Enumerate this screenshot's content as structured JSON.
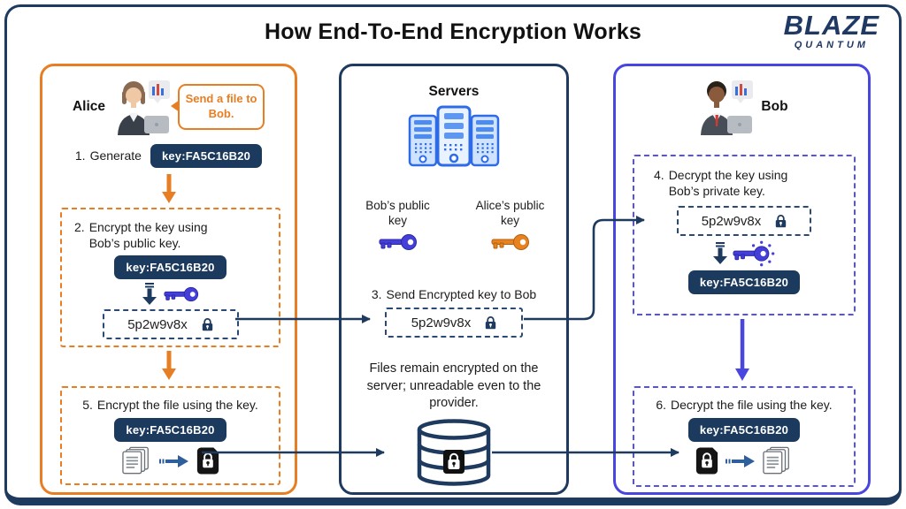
{
  "title": "How End-To-End Encryption Works",
  "logo": {
    "brand": "BLAZE",
    "sub": "QUANTUM"
  },
  "alice": {
    "name": "Alice",
    "bubble": "Send a file to Bob.",
    "step1": {
      "num": "1.",
      "text": "Generate",
      "key_badge": "key:FA5C16B20"
    },
    "step2": {
      "num": "2.",
      "text": "Encrypt the key using Bob’s public key.",
      "key_badge": "key:FA5C16B20",
      "cipher": "5p2w9v8x"
    },
    "step5": {
      "num": "5.",
      "text": "Encrypt the file using the key.",
      "key_badge": "key:FA5C16B20"
    }
  },
  "servers": {
    "name": "Servers",
    "bob_public_key_label": "Bob’s public key",
    "alice_public_key_label": "Alice’s public key",
    "step3": {
      "num": "3.",
      "text": "Send Encrypted key to Bob",
      "cipher": "5p2w9v8x"
    },
    "note": "Files remain encrypted on the server; unreadable even to the provider."
  },
  "bob": {
    "name": "Bob",
    "step4": {
      "num": "4.",
      "text": "Decrypt the key using Bob’s private key.",
      "cipher": "5p2w9v8x",
      "key_badge": "key:FA5C16B20"
    },
    "step6": {
      "num": "6.",
      "text": "Decrypt the file using the key.",
      "key_badge": "key:FA5C16B20"
    }
  },
  "colors": {
    "orange": "#E87E23",
    "navy": "#1E3A5F",
    "indigo": "#4845E0",
    "badge_navy": "#1C3A5E",
    "server_blue": "#2E6BE6",
    "key_blue": "#443FD8",
    "key_orange": "#E8821E"
  }
}
